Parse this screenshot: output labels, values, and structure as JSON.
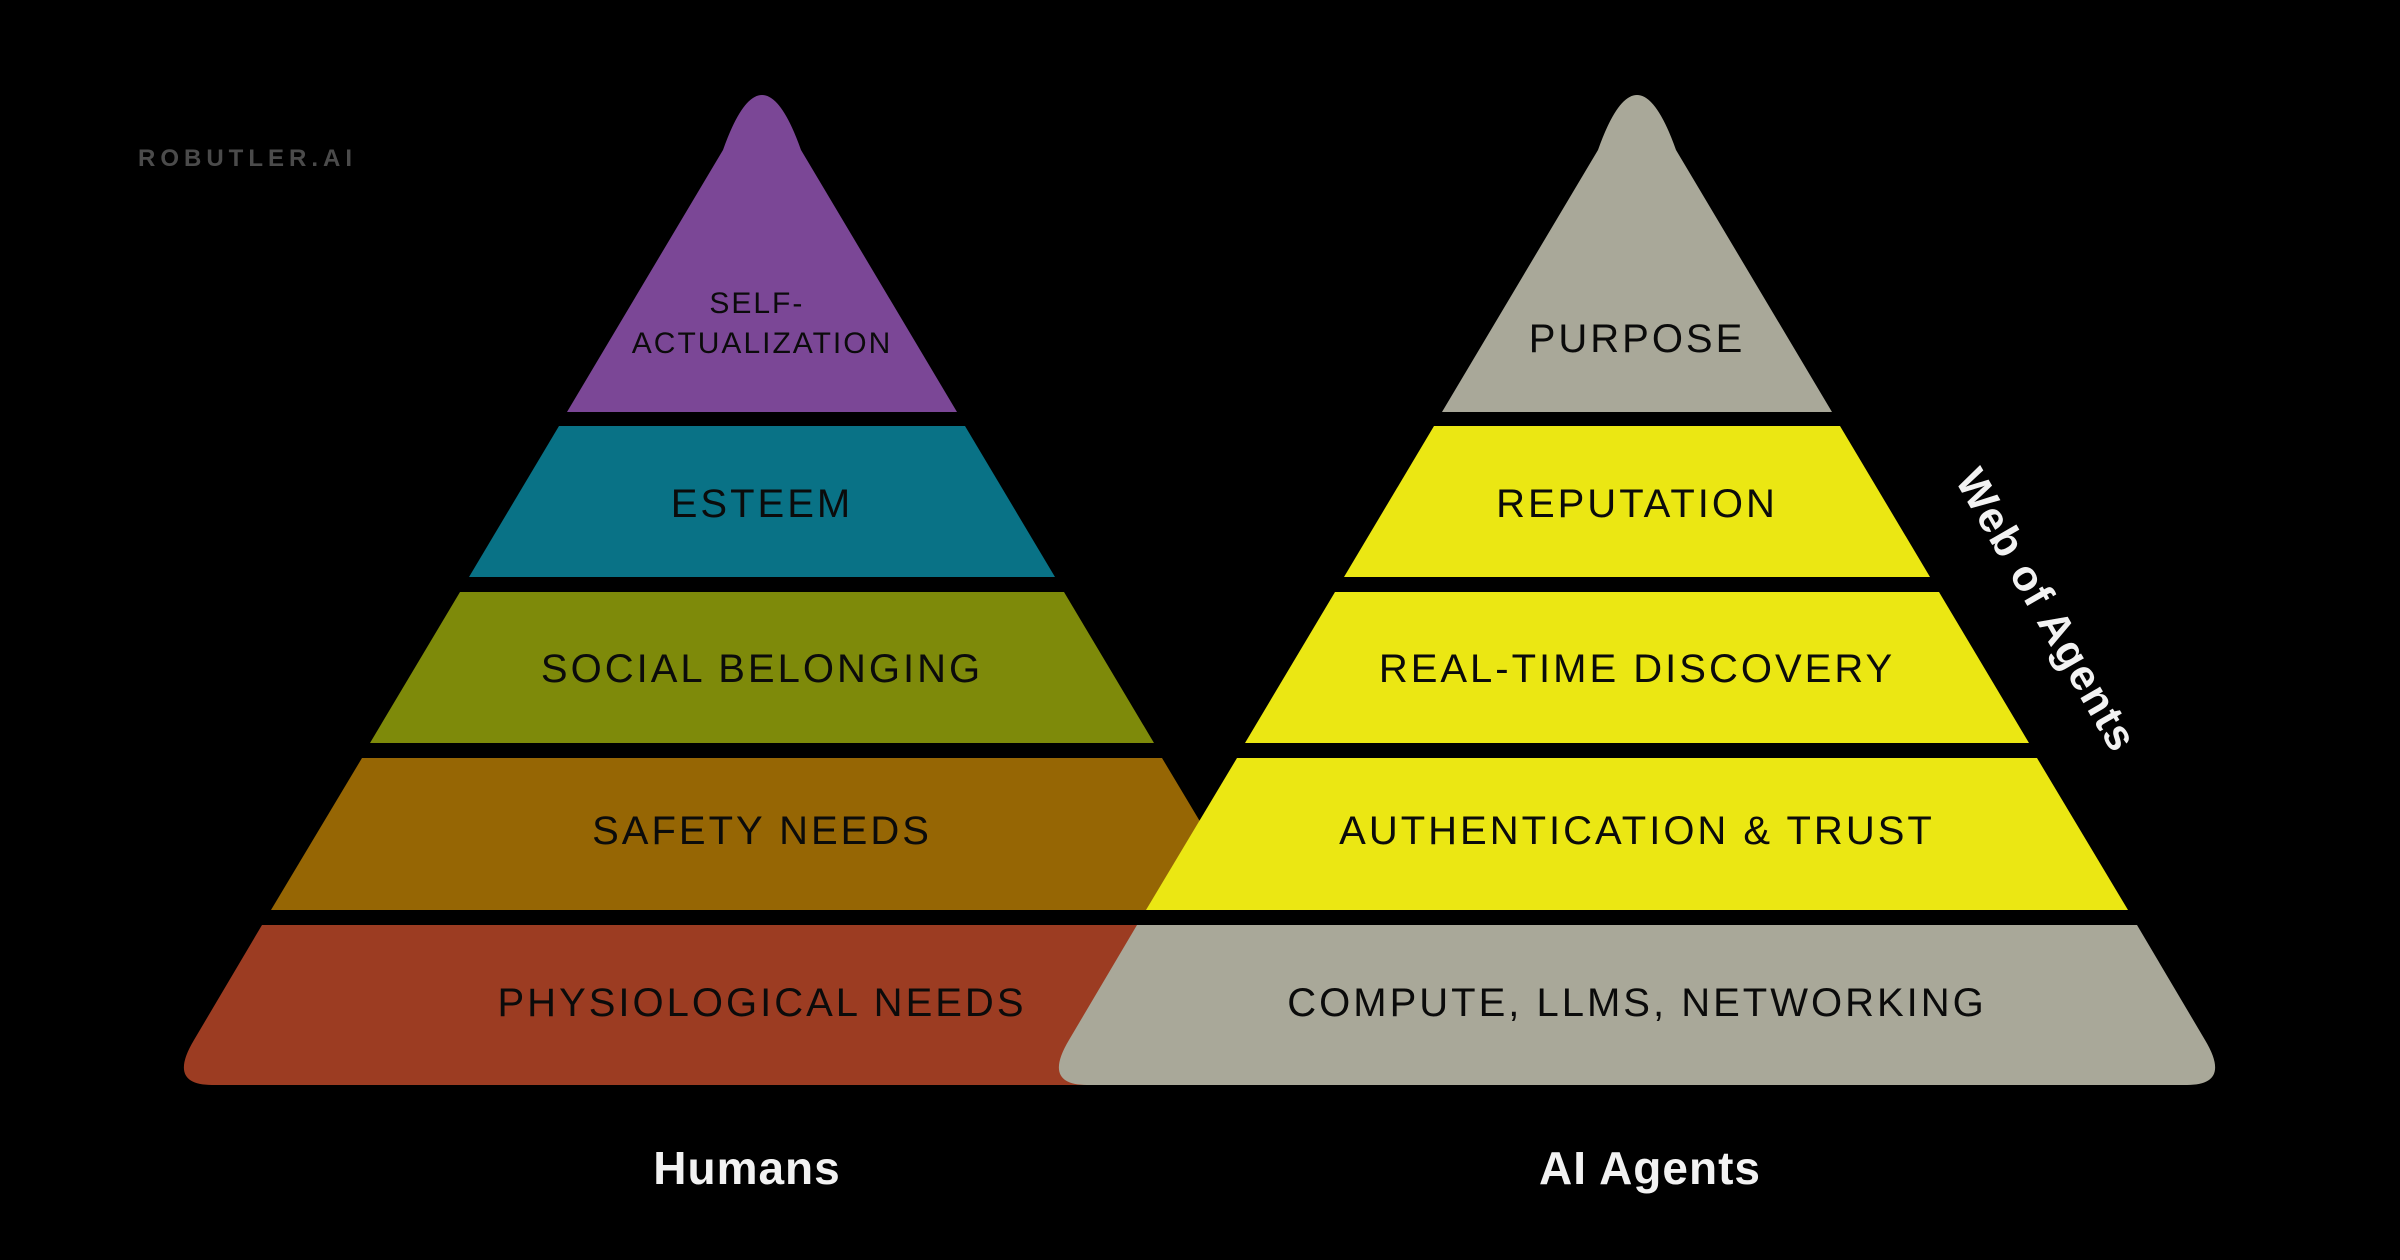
{
  "watermark": "ROBUTLER.AI",
  "colors": {
    "background": "#000000",
    "label_text": "#0b0b0b",
    "caption_text": "#f2f2f2",
    "watermark_text": "#4b4b4b"
  },
  "left_pyramid": {
    "caption": "Humans",
    "layers": [
      {
        "label": "SELF-ACTUALIZATION",
        "line1": "SELF-",
        "line2": "ACTUALIZATION",
        "color": "#7b4796"
      },
      {
        "label": "ESTEEM",
        "color": "#097286"
      },
      {
        "label": "SOCIAL BELONGING",
        "color": "#7e8a0a"
      },
      {
        "label": "SAFETY NEEDS",
        "color": "#966604"
      },
      {
        "label": "PHYSIOLOGICAL NEEDS",
        "color": "#9c3c22"
      }
    ]
  },
  "right_pyramid": {
    "caption": "AI Agents",
    "side_label": "Web of Agents",
    "layers": [
      {
        "label": "PURPOSE",
        "color": "#a9a899"
      },
      {
        "label": "REPUTATION",
        "color": "#ebe713"
      },
      {
        "label": "REAL-TIME DISCOVERY",
        "color": "#ebe713"
      },
      {
        "label": "AUTHENTICATION & TRUST",
        "color": "#ebe713"
      },
      {
        "label": "COMPUTE, LLMS, NETWORKING",
        "color": "#a9a899"
      }
    ]
  }
}
